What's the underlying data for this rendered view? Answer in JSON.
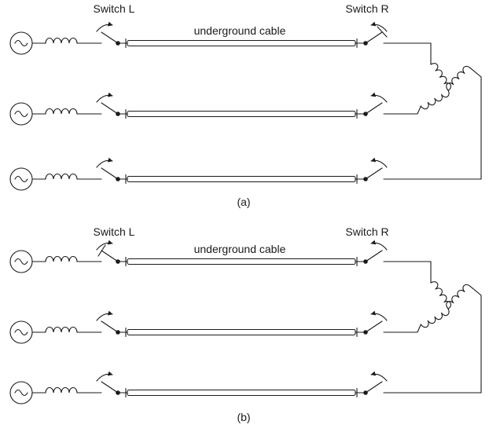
{
  "colors": {
    "line": "#1a1a1a",
    "background": "#ffffff"
  },
  "components": {
    "ac_source_icon": "circle-with-sine-wave",
    "series_inductor_icon": "coil-4-bumps",
    "switch_icon": "knife-switch-with-curved-arrow",
    "cable_icon": "long-thin-rectangle",
    "load_icon": "wye-connected-three-coils"
  },
  "labels": {
    "a": {
      "switch_l": "Switch L",
      "switch_r": "Switch R",
      "cable": "underground cable",
      "caption": "(a)"
    },
    "b": {
      "switch_l": "Switch L",
      "switch_r": "Switch R",
      "cable": "underground cable",
      "caption": "(b)"
    }
  }
}
